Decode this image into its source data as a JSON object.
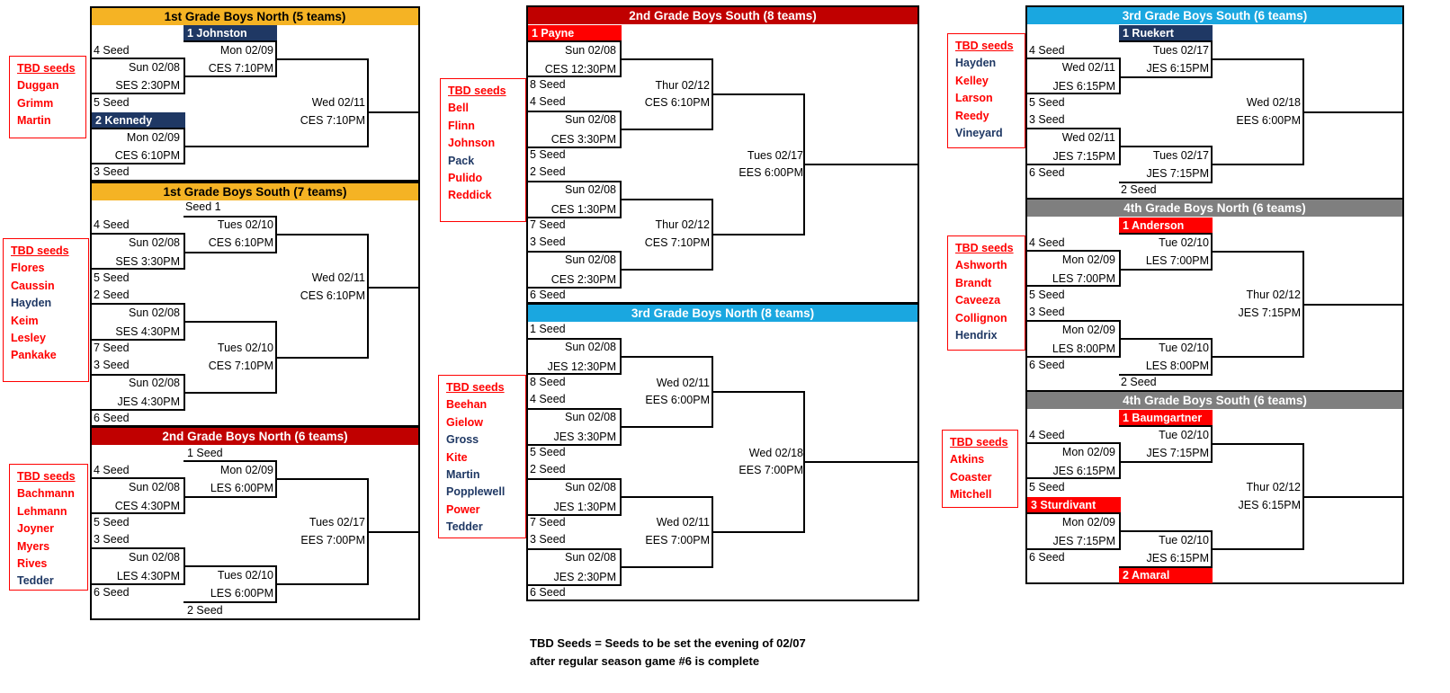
{
  "brackets": [
    {
      "id": "b1",
      "title": "1st Grade Boys North (5 teams)",
      "color": "gold",
      "seeds": [
        {
          "key": "s1",
          "text": "1 Johnston",
          "style": "navy"
        },
        {
          "key": "s2",
          "text": "4 Seed"
        },
        {
          "key": "s3",
          "text": "5 Seed"
        },
        {
          "key": "s4",
          "text": "2 Kennedy",
          "style": "navy"
        },
        {
          "key": "s5",
          "text": "3 Seed"
        }
      ],
      "games": [
        {
          "key": "g1",
          "day": "Sun 02/08",
          "site": "SES 2:30PM"
        },
        {
          "key": "g2",
          "day": "Mon 02/09",
          "site": "CES 7:10PM"
        },
        {
          "key": "g3",
          "day": "Mon 02/09",
          "site": "CES 6:10PM"
        },
        {
          "key": "g4",
          "day": "Wed 02/11",
          "site": "CES 7:10PM"
        }
      ],
      "tbd": {
        "heading": "TBD seeds",
        "names": [
          {
            "name": "Duggan",
            "color": "red"
          },
          {
            "name": "Grimm",
            "color": "red"
          },
          {
            "name": "Martin",
            "color": "red"
          }
        ]
      }
    },
    {
      "id": "b2",
      "title": "1st Grade Boys South (7 teams)",
      "color": "gold",
      "seeds": [
        {
          "key": "s1",
          "text": "Seed 1"
        },
        {
          "key": "s2",
          "text": "4 Seed"
        },
        {
          "key": "s3",
          "text": "5 Seed"
        },
        {
          "key": "s4",
          "text": "2 Seed"
        },
        {
          "key": "s5",
          "text": "7 Seed"
        },
        {
          "key": "s6",
          "text": "3 Seed"
        },
        {
          "key": "s7",
          "text": "6 Seed"
        }
      ],
      "games": [
        {
          "key": "g1",
          "day": "Sun 02/08",
          "site": "SES 3:30PM"
        },
        {
          "key": "g2",
          "day": "Tues 02/10",
          "site": "CES 6:10PM"
        },
        {
          "key": "g3",
          "day": "Sun 02/08",
          "site": "SES 4:30PM"
        },
        {
          "key": "g4",
          "day": "Sun 02/08",
          "site": "JES 4:30PM"
        },
        {
          "key": "g5",
          "day": "Tues 02/10",
          "site": "CES 7:10PM"
        },
        {
          "key": "g6",
          "day": "Wed 02/11",
          "site": "CES 6:10PM"
        }
      ],
      "tbd": {
        "heading": "TBD seeds",
        "names": [
          {
            "name": "Flores",
            "color": "red"
          },
          {
            "name": "Caussin",
            "color": "red"
          },
          {
            "name": "Hayden",
            "color": "navy"
          },
          {
            "name": "Keim",
            "color": "red"
          },
          {
            "name": "Lesley",
            "color": "red"
          },
          {
            "name": "Pankake",
            "color": "red"
          }
        ]
      }
    },
    {
      "id": "b3",
      "title": "2nd Grade Boys North (6 teams)",
      "color": "red",
      "seeds": [
        {
          "key": "s1",
          "text": "1 Seed"
        },
        {
          "key": "s2",
          "text": "4 Seed"
        },
        {
          "key": "s3",
          "text": "5 Seed"
        },
        {
          "key": "s4",
          "text": "3 Seed"
        },
        {
          "key": "s5",
          "text": "6 Seed"
        },
        {
          "key": "s6",
          "text": "2 Seed"
        }
      ],
      "games": [
        {
          "key": "g1",
          "day": "Sun 02/08",
          "site": "CES 4:30PM"
        },
        {
          "key": "g2",
          "day": "Mon 02/09",
          "site": "LES 6:00PM"
        },
        {
          "key": "g3",
          "day": "Sun 02/08",
          "site": "LES 4:30PM"
        },
        {
          "key": "g4",
          "day": "Tues 02/10",
          "site": "LES 6:00PM"
        },
        {
          "key": "g5",
          "day": "Tues 02/17",
          "site": "EES 7:00PM"
        }
      ],
      "tbd": {
        "heading": "TBD seeds",
        "names": [
          {
            "name": "Bachmann",
            "color": "red"
          },
          {
            "name": "Lehmann",
            "color": "red"
          },
          {
            "name": "Joyner",
            "color": "red"
          },
          {
            "name": "Myers",
            "color": "red"
          },
          {
            "name": "Rives",
            "color": "red"
          },
          {
            "name": "Tedder",
            "color": "navy"
          }
        ]
      }
    },
    {
      "id": "b4",
      "title": "2nd Grade Boys South (8 teams)",
      "color": "red",
      "seeds": [
        {
          "key": "s1",
          "text": "1 Payne",
          "style": "red"
        },
        {
          "key": "s2",
          "text": "8 Seed"
        },
        {
          "key": "s3",
          "text": "4 Seed"
        },
        {
          "key": "s4",
          "text": "5 Seed"
        },
        {
          "key": "s5",
          "text": "2 Seed"
        },
        {
          "key": "s6",
          "text": "7 Seed"
        },
        {
          "key": "s7",
          "text": "3 Seed"
        },
        {
          "key": "s8",
          "text": "6 Seed"
        }
      ],
      "games": [
        {
          "key": "g1",
          "day": "Sun 02/08",
          "site": "CES 12:30PM"
        },
        {
          "key": "g2",
          "day": "Sun 02/08",
          "site": "CES 3:30PM"
        },
        {
          "key": "g3",
          "day": "Sun 02/08",
          "site": "CES 1:30PM"
        },
        {
          "key": "g4",
          "day": "Sun 02/08",
          "site": "CES 2:30PM"
        },
        {
          "key": "g5",
          "day": "Thur 02/12",
          "site": "CES 6:10PM"
        },
        {
          "key": "g6",
          "day": "Thur 02/12",
          "site": "CES 7:10PM"
        },
        {
          "key": "g7",
          "day": "Tues 02/17",
          "site": "EES 6:00PM"
        }
      ],
      "tbd": {
        "heading": "TBD seeds",
        "names": [
          {
            "name": "Bell",
            "color": "red"
          },
          {
            "name": "Flinn",
            "color": "red"
          },
          {
            "name": "Johnson",
            "color": "red"
          },
          {
            "name": "Pack",
            "color": "navy"
          },
          {
            "name": "Pulido",
            "color": "red"
          },
          {
            "name": "Reddick",
            "color": "red"
          }
        ]
      }
    },
    {
      "id": "b5",
      "title": "3rd Grade Boys North (8 teams)",
      "color": "blue",
      "seeds": [
        {
          "key": "s1",
          "text": "1 Seed"
        },
        {
          "key": "s2",
          "text": "8 Seed"
        },
        {
          "key": "s3",
          "text": "4 Seed"
        },
        {
          "key": "s4",
          "text": "5 Seed"
        },
        {
          "key": "s5",
          "text": "2 Seed"
        },
        {
          "key": "s6",
          "text": "7 Seed"
        },
        {
          "key": "s7",
          "text": "3 Seed"
        },
        {
          "key": "s8",
          "text": "6 Seed"
        }
      ],
      "games": [
        {
          "key": "g1",
          "day": "Sun 02/08",
          "site": "JES 12:30PM"
        },
        {
          "key": "g2",
          "day": "Sun 02/08",
          "site": "JES 3:30PM"
        },
        {
          "key": "g3",
          "day": "Sun 02/08",
          "site": "JES 1:30PM"
        },
        {
          "key": "g4",
          "day": "Sun 02/08",
          "site": "JES 2:30PM"
        },
        {
          "key": "g5",
          "day": "Wed 02/11",
          "site": "EES 6:00PM"
        },
        {
          "key": "g6",
          "day": "Wed 02/11",
          "site": "EES 7:00PM"
        },
        {
          "key": "g7",
          "day": "Wed 02/18",
          "site": "EES 7:00PM"
        }
      ],
      "tbd": {
        "heading": "TBD seeds",
        "names": [
          {
            "name": "Beehan",
            "color": "red"
          },
          {
            "name": "Gielow",
            "color": "red"
          },
          {
            "name": "Gross",
            "color": "navy"
          },
          {
            "name": "Kite",
            "color": "red"
          },
          {
            "name": "Martin",
            "color": "navy"
          },
          {
            "name": "Popplewell",
            "color": "navy"
          },
          {
            "name": "Power",
            "color": "red"
          },
          {
            "name": "Tedder",
            "color": "navy"
          }
        ]
      }
    },
    {
      "id": "b6",
      "title": "3rd Grade Boys South (6 teams)",
      "color": "blue",
      "seeds": [
        {
          "key": "s1",
          "text": "1 Ruekert",
          "style": "navy"
        },
        {
          "key": "s2",
          "text": "4 Seed"
        },
        {
          "key": "s3",
          "text": "5 Seed"
        },
        {
          "key": "s4",
          "text": "3 Seed"
        },
        {
          "key": "s5",
          "text": "6 Seed"
        },
        {
          "key": "s6",
          "text": "2 Seed"
        }
      ],
      "games": [
        {
          "key": "g1",
          "day": "Wed 02/11",
          "site": "JES 6:15PM"
        },
        {
          "key": "g2",
          "day": "Tues 02/17",
          "site": "JES 6:15PM"
        },
        {
          "key": "g3",
          "day": "Wed 02/11",
          "site": "JES 7:15PM"
        },
        {
          "key": "g4",
          "day": "Tues 02/17",
          "site": "JES 7:15PM"
        },
        {
          "key": "g5",
          "day": "Wed 02/18",
          "site": "EES 6:00PM"
        }
      ],
      "tbd": {
        "heading": "TBD seeds",
        "names": [
          {
            "name": "Hayden",
            "color": "navy"
          },
          {
            "name": "Kelley",
            "color": "red"
          },
          {
            "name": "Larson",
            "color": "red"
          },
          {
            "name": "Reedy",
            "color": "red"
          },
          {
            "name": "Vineyard",
            "color": "navy"
          }
        ]
      }
    },
    {
      "id": "b7",
      "title": "4th Grade Boys North (6 teams)",
      "color": "gray",
      "seeds": [
        {
          "key": "s1",
          "text": "1 Anderson",
          "style": "red"
        },
        {
          "key": "s2",
          "text": "4 Seed"
        },
        {
          "key": "s3",
          "text": "5 Seed"
        },
        {
          "key": "s4",
          "text": "3 Seed"
        },
        {
          "key": "s5",
          "text": "6 Seed"
        },
        {
          "key": "s6",
          "text": "2 Seed"
        }
      ],
      "games": [
        {
          "key": "g1",
          "day": "Mon 02/09",
          "site": "LES 7:00PM"
        },
        {
          "key": "g2",
          "day": "Tue 02/10",
          "site": "LES 7:00PM"
        },
        {
          "key": "g3",
          "day": "Mon 02/09",
          "site": "LES 8:00PM"
        },
        {
          "key": "g4",
          "day": "Tue 02/10",
          "site": "LES 8:00PM"
        },
        {
          "key": "g5",
          "day": "Thur 02/12",
          "site": "JES 7:15PM"
        }
      ],
      "tbd": {
        "heading": "TBD seeds",
        "names": [
          {
            "name": "Ashworth",
            "color": "red"
          },
          {
            "name": "Brandt",
            "color": "red"
          },
          {
            "name": "Caveeza",
            "color": "red"
          },
          {
            "name": "Collignon",
            "color": "red"
          },
          {
            "name": "Hendrix",
            "color": "navy"
          }
        ]
      }
    },
    {
      "id": "b8",
      "title": "4th Grade Boys South (6 teams)",
      "color": "gray",
      "seeds": [
        {
          "key": "s1",
          "text": "1 Baumgartner",
          "style": "red"
        },
        {
          "key": "s2",
          "text": "4 Seed"
        },
        {
          "key": "s3",
          "text": "5 Seed"
        },
        {
          "key": "s4",
          "text": "3 Sturdivant",
          "style": "red"
        },
        {
          "key": "s5",
          "text": "6 Seed"
        },
        {
          "key": "s6",
          "text": "2 Amaral",
          "style": "red"
        }
      ],
      "games": [
        {
          "key": "g1",
          "day": "Mon 02/09",
          "site": "JES 6:15PM"
        },
        {
          "key": "g2",
          "day": "Tue 02/10",
          "site": "JES 7:15PM"
        },
        {
          "key": "g3",
          "day": "Mon 02/09",
          "site": "JES 7:15PM"
        },
        {
          "key": "g4",
          "day": "Tue 02/10",
          "site": "JES 6:15PM"
        },
        {
          "key": "g5",
          "day": "Thur 02/12",
          "site": "JES 6:15PM"
        }
      ],
      "tbd": {
        "heading": "TBD seeds",
        "names": [
          {
            "name": "Atkins",
            "color": "red"
          },
          {
            "name": "Coaster",
            "color": "red"
          },
          {
            "name": "Mitchell",
            "color": "red"
          }
        ]
      }
    }
  ],
  "footnote": {
    "line1": "TBD Seeds = Seeds to be set the evening of 02/07",
    "line2": "after regular season game #6 is complete"
  }
}
